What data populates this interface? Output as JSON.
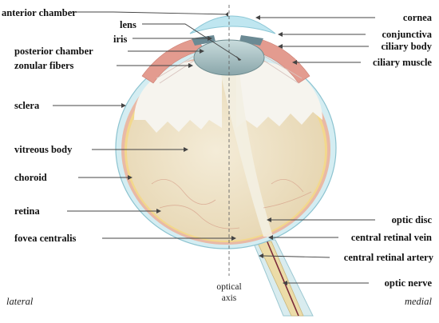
{
  "labels": {
    "anterior_chamber": "anterior chamber",
    "lens": "lens",
    "iris": "iris",
    "posterior_chamber": "posterior chamber",
    "zonular_fibers": "zonular fibers",
    "sclera": "sclera",
    "vitreous_body": "vitreous body",
    "choroid": "choroid",
    "retina": "retina",
    "fovea_centralis": "fovea centralis",
    "cornea": "cornea",
    "conjunctiva": "conjunctiva",
    "ciliary_body": "ciliary body",
    "ciliary_muscle": "ciliary muscle",
    "optic_disc": "optic disc",
    "central_retinal_vein": "central retinal vein",
    "central_retinal_artery": "central retinal artery",
    "optic_nerve": "optic nerve"
  },
  "axis_label_line1": "optical",
  "axis_label_line2": "axis",
  "side_left": "lateral",
  "side_right": "medial",
  "colors": {
    "sclera": "#cfeaf0",
    "choroid": "#e8b8a8",
    "retina": "#f0d58a",
    "vitreous": "#efe3c8",
    "lens": "#9cb8bc",
    "ciliary": "#e7a79b",
    "nerve": "#e9d9a6"
  }
}
